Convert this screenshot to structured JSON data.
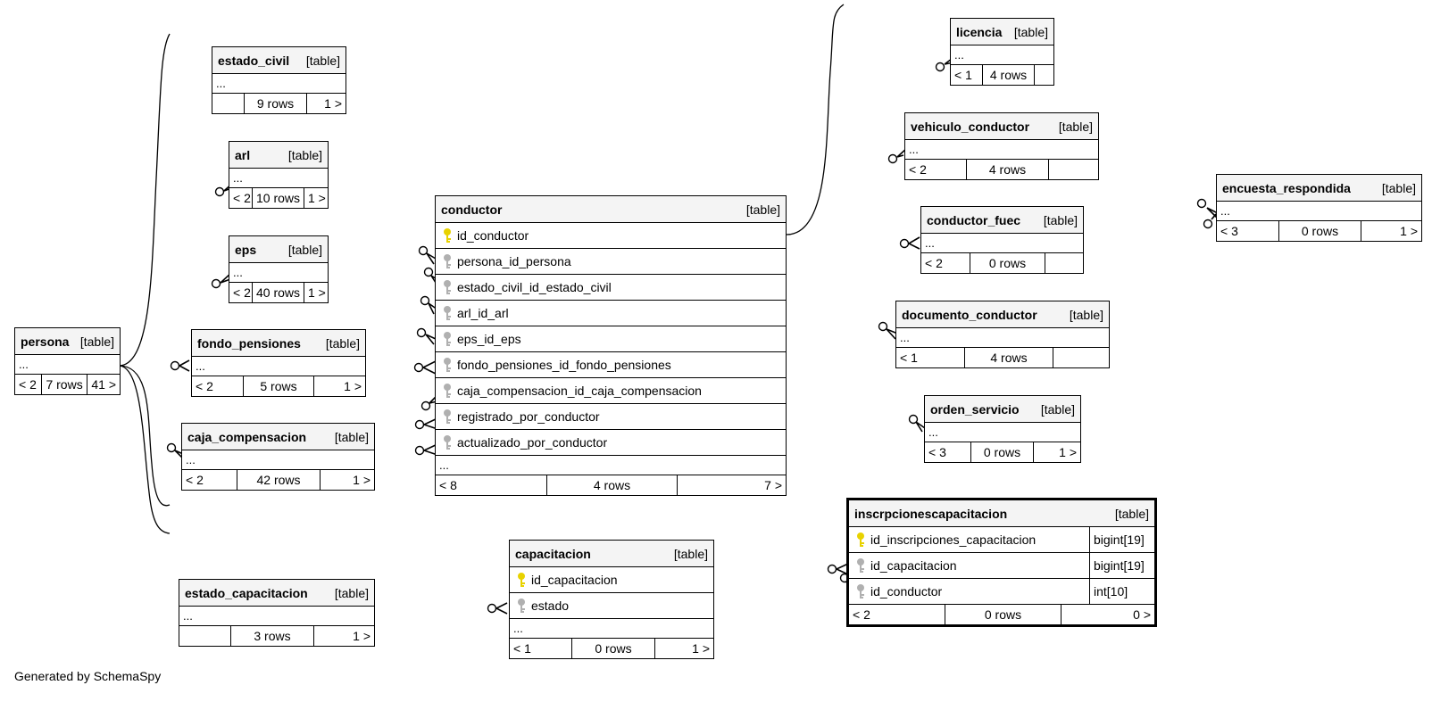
{
  "footer_text": "Generated by SchemaSpy",
  "type_label": "[table]",
  "colors": {
    "pk_key": "#e8d200",
    "fk_key": "#b0b0b0",
    "line": "#000000",
    "header_bg": "#f4f4f4"
  },
  "tables": {
    "estado_civil": {
      "name": "estado_civil",
      "ellipsis": "...",
      "left": "",
      "rows": "9 rows",
      "right": "1 >"
    },
    "arl": {
      "name": "arl",
      "ellipsis": "...",
      "left": "< 2",
      "rows": "10 rows",
      "right": "1 >"
    },
    "eps": {
      "name": "eps",
      "ellipsis": "...",
      "left": "< 2",
      "rows": "40 rows",
      "right": "1 >"
    },
    "fondo_pensiones": {
      "name": "fondo_pensiones",
      "ellipsis": "...",
      "left": "< 2",
      "rows": "5 rows",
      "right": "1 >"
    },
    "caja_compensacion": {
      "name": "caja_compensacion",
      "ellipsis": "...",
      "left": "< 2",
      "rows": "42 rows",
      "right": "1 >"
    },
    "persona": {
      "name": "persona",
      "ellipsis": "...",
      "left": "< 2",
      "rows": "7 rows",
      "right": "41 >"
    },
    "estado_capacitacion": {
      "name": "estado_capacitacion",
      "ellipsis": "...",
      "left": "",
      "rows": "3 rows",
      "right": "1 >"
    },
    "conductor": {
      "name": "conductor",
      "columns": [
        {
          "name": "id_conductor",
          "key": "pk"
        },
        {
          "name": "persona_id_persona",
          "key": "fk"
        },
        {
          "name": "estado_civil_id_estado_civil",
          "key": "fk"
        },
        {
          "name": "arl_id_arl",
          "key": "fk"
        },
        {
          "name": "eps_id_eps",
          "key": "fk"
        },
        {
          "name": "fondo_pensiones_id_fondo_pensiones",
          "key": "fk"
        },
        {
          "name": "caja_compensacion_id_caja_compensacion",
          "key": "fk"
        },
        {
          "name": "registrado_por_conductor",
          "key": "fk"
        },
        {
          "name": "actualizado_por_conductor",
          "key": "fk"
        }
      ],
      "ellipsis": "...",
      "left": "< 8",
      "rows": "4 rows",
      "right": "7 >"
    },
    "capacitacion": {
      "name": "capacitacion",
      "columns": [
        {
          "name": "id_capacitacion",
          "key": "pk"
        },
        {
          "name": "estado",
          "key": "fk"
        }
      ],
      "ellipsis": "...",
      "left": "< 1",
      "rows": "0 rows",
      "right": "1 >"
    },
    "licencia": {
      "name": "licencia",
      "ellipsis": "...",
      "left": "< 1",
      "rows": "4 rows",
      "right": ""
    },
    "vehiculo_conductor": {
      "name": "vehiculo_conductor",
      "ellipsis": "...",
      "left": "< 2",
      "rows": "4 rows",
      "right": ""
    },
    "conductor_fuec": {
      "name": "conductor_fuec",
      "ellipsis": "...",
      "left": "< 2",
      "rows": "0 rows",
      "right": ""
    },
    "documento_conductor": {
      "name": "documento_conductor",
      "ellipsis": "...",
      "left": "< 1",
      "rows": "4 rows",
      "right": ""
    },
    "orden_servicio": {
      "name": "orden_servicio",
      "ellipsis": "...",
      "left": "< 3",
      "rows": "0 rows",
      "right": "1 >"
    },
    "encuesta_respondida": {
      "name": "encuesta_respondida",
      "ellipsis": "...",
      "left": "< 3",
      "rows": "0 rows",
      "right": "1 >"
    },
    "inscrpcionescapacitacion": {
      "name": "inscrpcionescapacitacion",
      "columns": [
        {
          "name": "id_inscripciones_capacitacion",
          "type": "bigint[19]",
          "key": "pk"
        },
        {
          "name": "id_capacitacion",
          "type": "bigint[19]",
          "key": "fk"
        },
        {
          "name": "id_conductor",
          "type": "int[10]",
          "key": "fk"
        }
      ],
      "left": "< 2",
      "rows": "0 rows",
      "right": "0 >"
    }
  }
}
